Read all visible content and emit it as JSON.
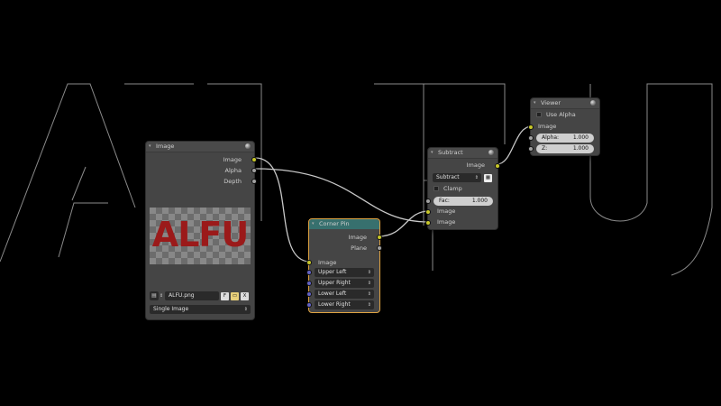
{
  "background": {
    "letters": "ALFU",
    "color": "#000000",
    "outline_color": "#8a8a8a"
  },
  "nodes": {
    "image": {
      "title": "Image",
      "outputs": [
        "Image",
        "Alpha",
        "Depth"
      ],
      "preview_text": "ALFU",
      "filename": "ALFU.png",
      "btn_f": "F",
      "btn_x": "X",
      "source": "Single Image"
    },
    "corner_pin": {
      "title": "Corner Pin",
      "outputs": [
        "Image",
        "Plane"
      ],
      "input_image": "Image",
      "corners": [
        "Upper Left",
        "Upper Right",
        "Lower Left",
        "Lower Right"
      ]
    },
    "subtract": {
      "title": "Subtract",
      "output": "Image",
      "blend_mode": "Subtract",
      "clamp_label": "Clamp",
      "fac_label": "Fac:",
      "fac_value": "1.000",
      "inputs": [
        "Image",
        "Image"
      ]
    },
    "viewer": {
      "title": "Viewer",
      "use_alpha_label": "Use Alpha",
      "input_image": "Image",
      "alpha_label": "Alpha:",
      "alpha_value": "1.000",
      "z_label": "Z:",
      "z_value": "1.000"
    }
  },
  "colors": {
    "node_bg": "#454545",
    "active_border": "#e0a341",
    "socket_color": "#c7c729",
    "socket_value": "#a1a1a1",
    "socket_vector": "#6363c7",
    "corner_pin_header": "#37706e",
    "wire": "#c8c8c8"
  }
}
